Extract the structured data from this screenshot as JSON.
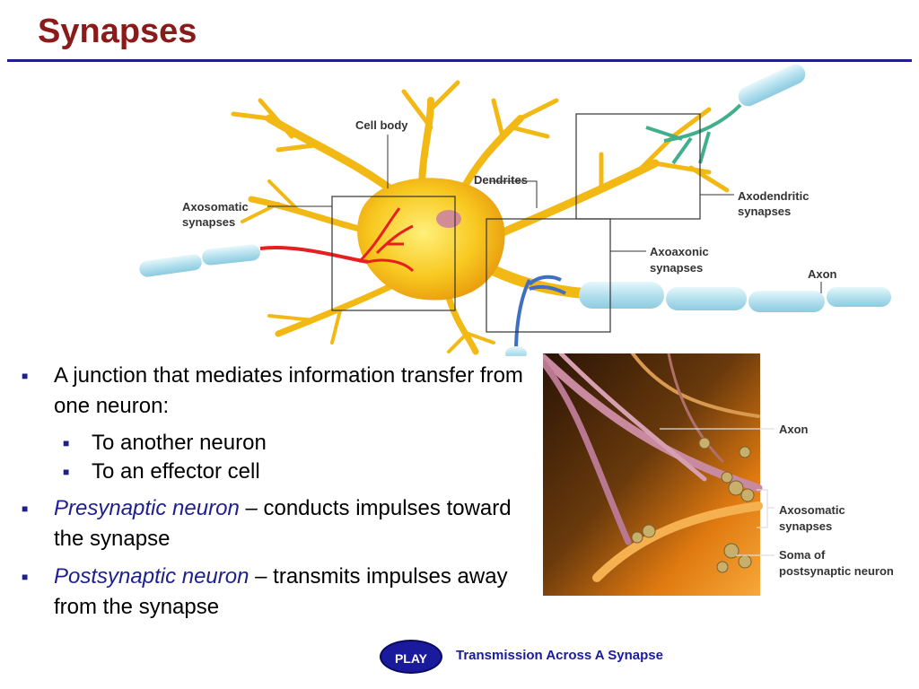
{
  "slide": {
    "title": "Synapses"
  },
  "diagram": {
    "labels": {
      "cell_body": "Cell body",
      "dendrites": "Dendrites",
      "axosomatic_line1": "Axosomatic",
      "axosomatic_line2": "synapses",
      "axodendritic_line1": "Axodendritic",
      "axodendritic_line2": "synapses",
      "axoaxonic_line1": "Axoaxonic",
      "axoaxonic_line2": "synapses",
      "axon": "Axon"
    }
  },
  "photo": {
    "labels": {
      "axon": "Axon",
      "axosomatic_line1": "Axosomatic",
      "axosomatic_line2": "synapses",
      "soma_line1": "Soma of",
      "soma_line2": "postsynaptic neuron"
    }
  },
  "bullets": {
    "b1": "A junction that mediates information transfer from one neuron:",
    "b1_sub1": "To another neuron",
    "b1_sub2": "To an effector cell",
    "b2_term": "Presynaptic neuron",
    "b2_rest": " – conducts impulses toward the synapse",
    "b3_term": "Postsynaptic neuron",
    "b3_rest": " – transmits impulses away from the synapse"
  },
  "footer": {
    "play_label": "PLAY",
    "link_text": "Transmission Across A Synapse"
  },
  "colors": {
    "title": "#8b1a1a",
    "accent": "#1c1f8c",
    "neuron": "#f6c21a",
    "myelin": "#bfe6f2"
  }
}
